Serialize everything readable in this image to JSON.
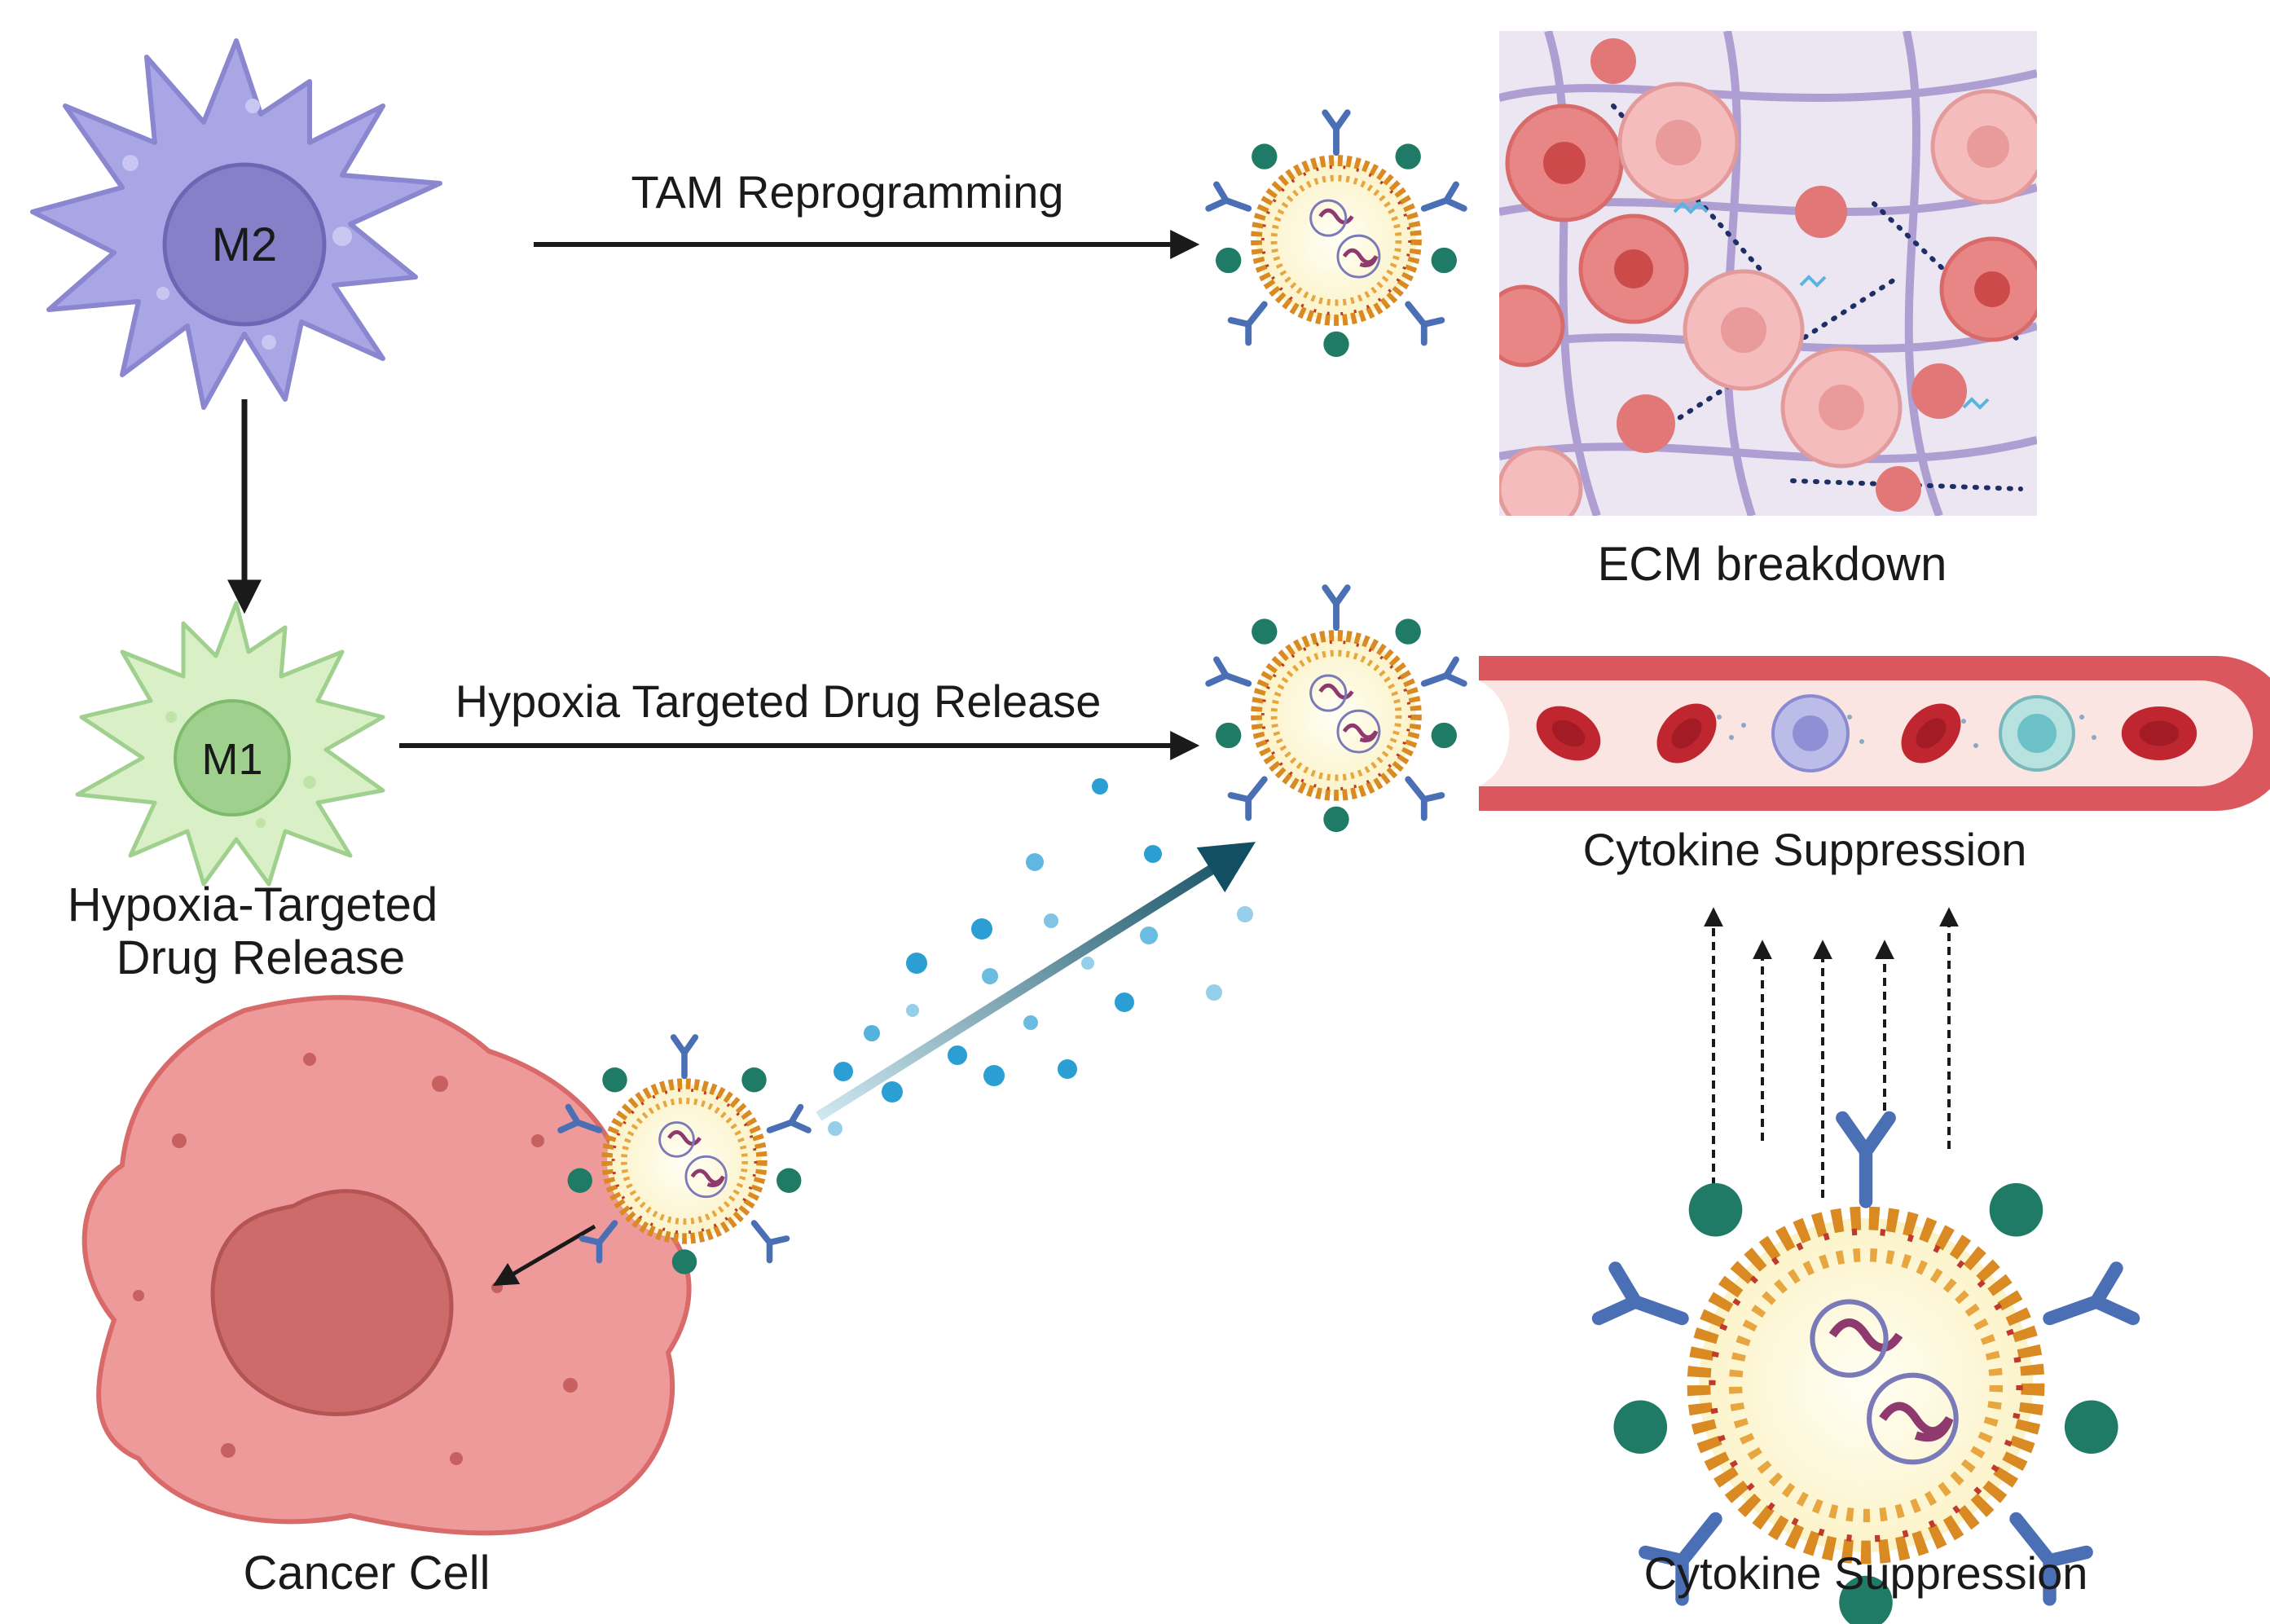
{
  "cells": {
    "m2_label": "M2",
    "m1_label": "M1",
    "cancer_label": "Cancer Cell"
  },
  "labels": {
    "tam_reprogramming": "TAM Reprogramming",
    "hypoxia_arrow": "Hypoxia Targeted Drug Release",
    "hypoxia_caption_line1": "Hypoxia-Targeted",
    "hypoxia_caption_line2": "Drug Release",
    "ecm_breakdown": "ECM breakdown",
    "cytokine_top": "Cytokine Suppression",
    "cytokine_bottom": "Cytokine Suppression"
  },
  "colors": {
    "m2_body": "#a9a6e6",
    "m2_nucleus": "#8580c8",
    "m1_body": "#d9efc6",
    "m1_nucleus": "#9fd08d",
    "cancer_body": "#ef9a9a",
    "cancer_nucleus": "#cd6b6b",
    "nanoparticle_shell": "#e89a2c",
    "nanoparticle_core": "#fffce8",
    "antibody": "#4a6fb5",
    "teal_ligand": "#1f7a66",
    "vessel_wall": "#d9575d",
    "vessel_lumen": "#fbe5e2",
    "rbc": "#c0262f",
    "drug_particle": "#2b9fd4",
    "arrow_dark": "#1a1a1a",
    "arrow_teal": "#134f63",
    "ecm_background": "#ece5f2"
  }
}
